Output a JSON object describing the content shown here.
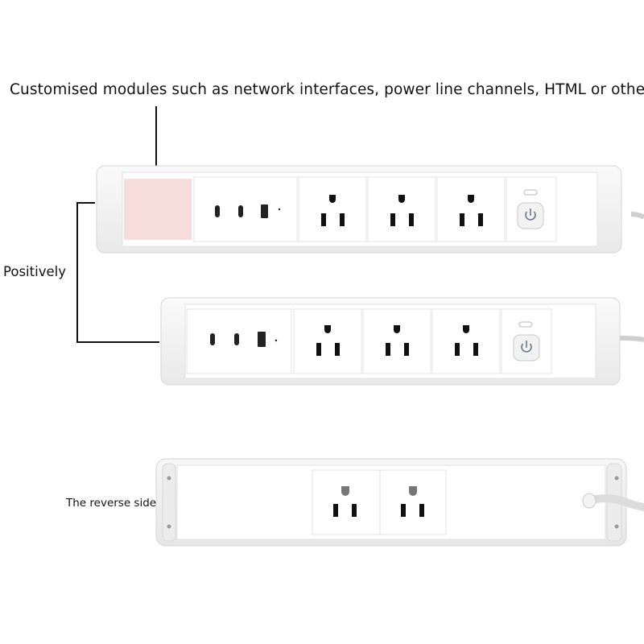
{
  "captions": {
    "headline": "Customised modules such as network interfaces, power line channels, HTML or others",
    "positively": "Positively",
    "reverse_side": "The reverse side"
  },
  "colors": {
    "custom_module_highlight": "#f7dcdc",
    "housing": "#ffffff",
    "housing_edge": "#d4d4d4",
    "socket_slot": "#111111"
  },
  "icons": {
    "power_button": "power-icon",
    "usb_c_port": "usb-c-port",
    "usb_a_port": "usb-a-port",
    "ac_outlet": "us-ac-outlet"
  }
}
